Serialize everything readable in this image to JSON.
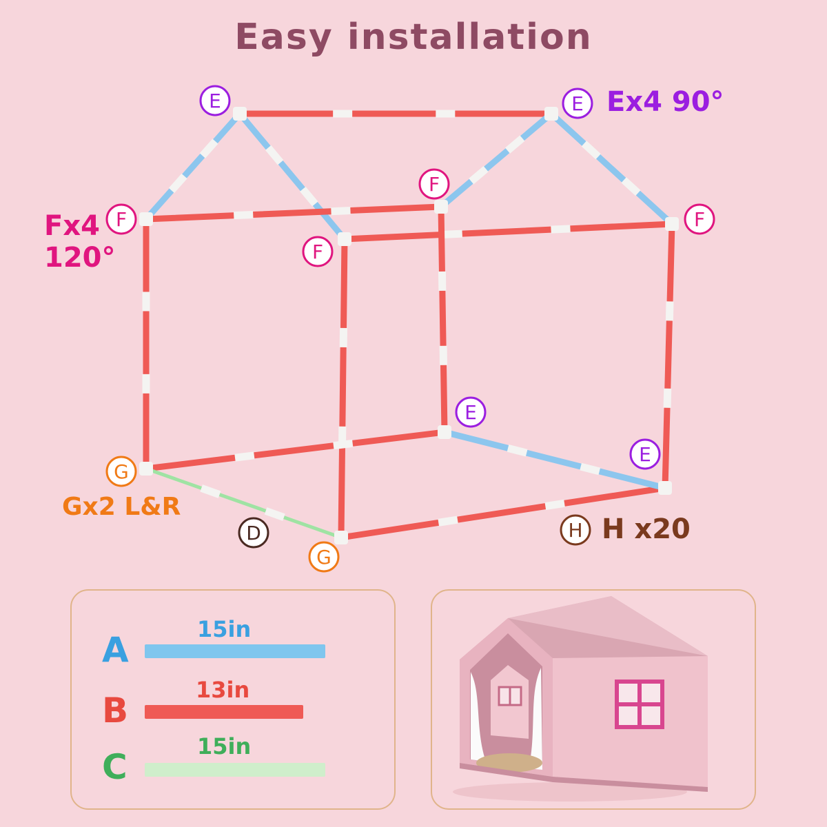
{
  "title": "Easy installation",
  "connectors": {
    "E": {
      "letter": "E",
      "color": "#9b1ee0",
      "label": "Ex4 90°"
    },
    "F": {
      "letter": "F",
      "color": "#e0157f",
      "label_line1": "Fx4",
      "label_line2": "120°"
    },
    "G": {
      "letter": "G",
      "color": "#f07a16",
      "label": "Gx2 L&R"
    },
    "D": {
      "letter": "D",
      "color": "#4a2a22"
    },
    "H": {
      "letter": "H",
      "color": "#7a3a1e",
      "label": "H x20"
    }
  },
  "tubes": [
    {
      "letter": "A",
      "length": "15in",
      "color": "#7fc6ee",
      "text_color": "#3aa0e0"
    },
    {
      "letter": "B",
      "length": "13in",
      "color": "#ef5a55",
      "text_color": "#e8493f"
    },
    {
      "letter": "C",
      "length": "15in",
      "color": "#cfeecb",
      "text_color": "#3fae5a"
    }
  ],
  "colors": {
    "background": "#f7d6dc",
    "title": "#8e4a63",
    "tube_red": "#ef5a55",
    "tube_blue": "#8cc6ee",
    "tube_green": "#9fe3a3",
    "joint": "#f4f4f2",
    "panel_border": "#e0b48a"
  },
  "illustration": "pink play house tent with window and curtains"
}
